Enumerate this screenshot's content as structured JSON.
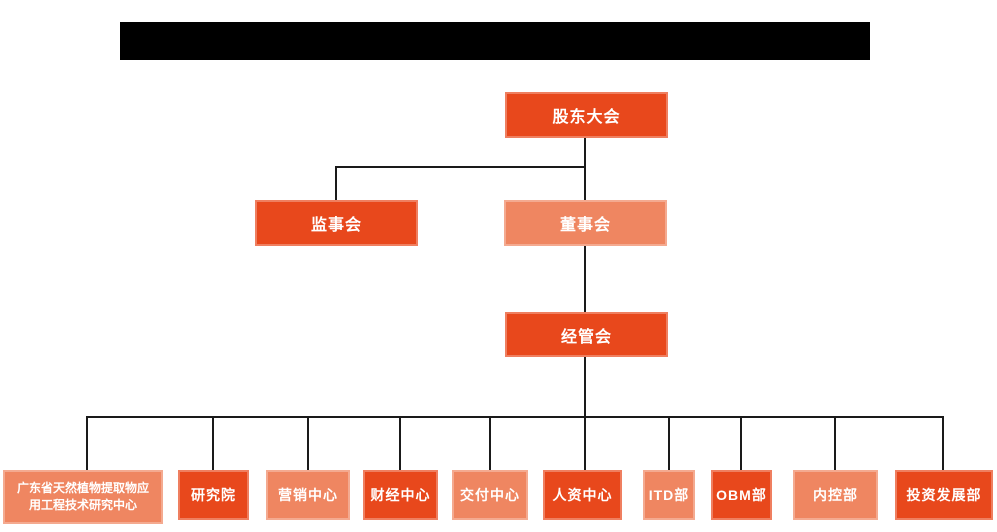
{
  "palette": {
    "primary": "#e8481c",
    "secondary": "#ef8661",
    "connector": "#1a1a1a",
    "redaction": "#000000"
  },
  "org_chart": {
    "root": {
      "label": "股东大会"
    },
    "level2": [
      {
        "label": "监事会"
      },
      {
        "label": "董事会"
      }
    ],
    "level3": {
      "label": "经管会"
    },
    "departments": [
      {
        "label": "广东省天然植物提取物应用工程技术研究中心"
      },
      {
        "label": "研究院"
      },
      {
        "label": "营销中心"
      },
      {
        "label": "财经中心"
      },
      {
        "label": "交付中心"
      },
      {
        "label": "人资中心"
      },
      {
        "label": "ITD部"
      },
      {
        "label": "OBM部"
      },
      {
        "label": "内控部"
      },
      {
        "label": "投资发展部"
      }
    ]
  }
}
